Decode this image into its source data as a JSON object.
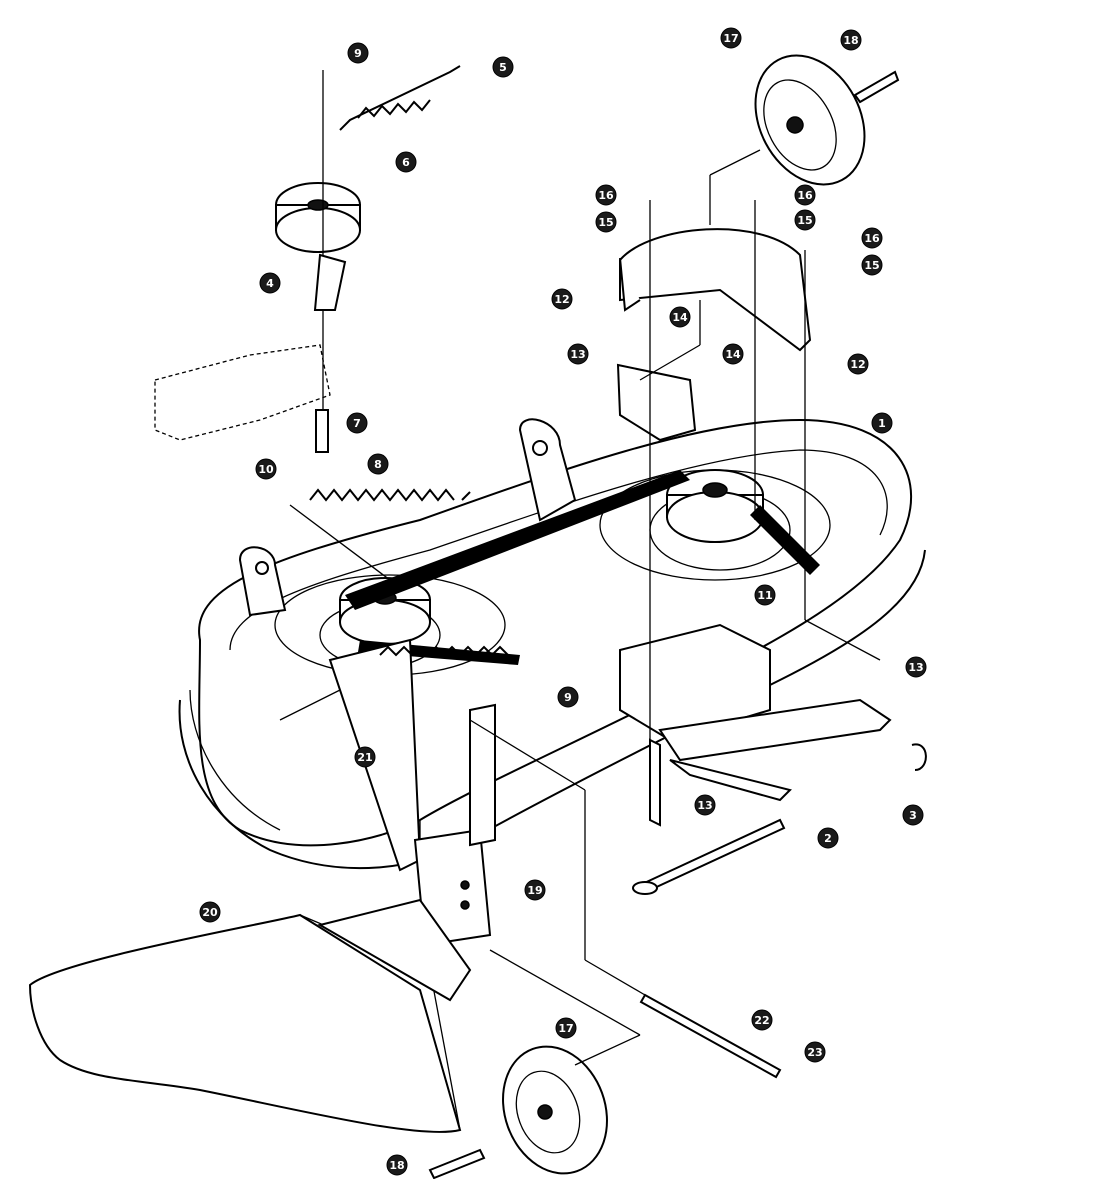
{
  "diagram": {
    "callouts": [
      {
        "id": "c01",
        "label": "1"
      },
      {
        "id": "c02",
        "label": "2"
      },
      {
        "id": "c03",
        "label": "3"
      },
      {
        "id": "c04",
        "label": "4"
      },
      {
        "id": "c05",
        "label": "5"
      },
      {
        "id": "c06",
        "label": "6"
      },
      {
        "id": "c07",
        "label": "7"
      },
      {
        "id": "c08",
        "label": "8"
      },
      {
        "id": "c09",
        "label": "9"
      },
      {
        "id": "c09b",
        "label": "9"
      },
      {
        "id": "c10",
        "label": "10"
      },
      {
        "id": "c11",
        "label": "11"
      },
      {
        "id": "c12",
        "label": "12"
      },
      {
        "id": "c12b",
        "label": "12"
      },
      {
        "id": "c13",
        "label": "13"
      },
      {
        "id": "c13b",
        "label": "13"
      },
      {
        "id": "c13c",
        "label": "13"
      },
      {
        "id": "c14",
        "label": "14"
      },
      {
        "id": "c14b",
        "label": "14"
      },
      {
        "id": "c15",
        "label": "15"
      },
      {
        "id": "c15b",
        "label": "15"
      },
      {
        "id": "c15c",
        "label": "15"
      },
      {
        "id": "c16",
        "label": "16"
      },
      {
        "id": "c16b",
        "label": "16"
      },
      {
        "id": "c16c",
        "label": "16"
      },
      {
        "id": "c17",
        "label": "17"
      },
      {
        "id": "c17b",
        "label": "17"
      },
      {
        "id": "c18",
        "label": "18"
      },
      {
        "id": "c18b",
        "label": "18"
      },
      {
        "id": "c19",
        "label": "19"
      },
      {
        "id": "c20",
        "label": "20"
      },
      {
        "id": "c21",
        "label": "21"
      },
      {
        "id": "c22",
        "label": "22"
      },
      {
        "id": "c23",
        "label": "23"
      }
    ]
  }
}
